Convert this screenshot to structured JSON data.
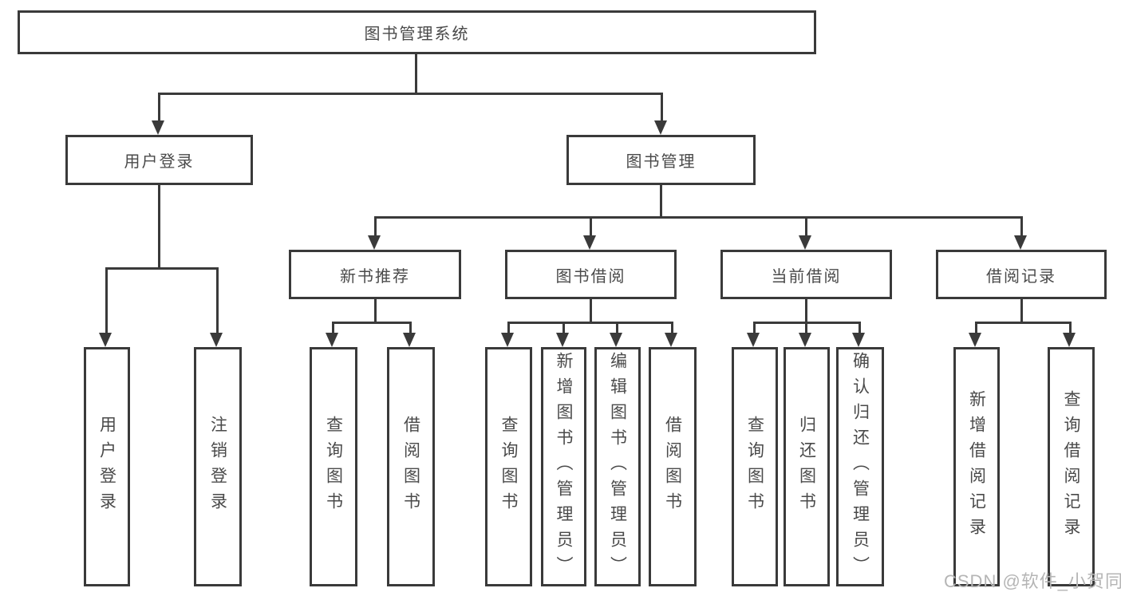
{
  "diagram": {
    "title": "图书管理系统",
    "root": "图书管理系统",
    "level2": [
      {
        "label": "用户登录",
        "children": [
          "用户登录",
          "注销登录"
        ]
      },
      {
        "label": "图书管理",
        "children": [
          {
            "label": "新书推荐",
            "children": [
              "查询图书",
              "借阅图书"
            ]
          },
          {
            "label": "图书借阅",
            "children": [
              "查询图书",
              "新增图书（管理员）",
              "编辑图书（管理员）",
              "借阅图书"
            ]
          },
          {
            "label": "当前借阅",
            "children": [
              "查询图书",
              "归还图书",
              "确认归还（管理员）"
            ]
          },
          {
            "label": "借阅记录",
            "children": [
              "新增借阅记录",
              "查询借阅记录"
            ]
          }
        ]
      }
    ]
  },
  "watermark": "CSDN @软件_小贺同学",
  "colors": {
    "line": "#3a3a3a",
    "text": "#4a4a4a",
    "watermark": "#b5b5b5",
    "background": "#ffffff"
  }
}
